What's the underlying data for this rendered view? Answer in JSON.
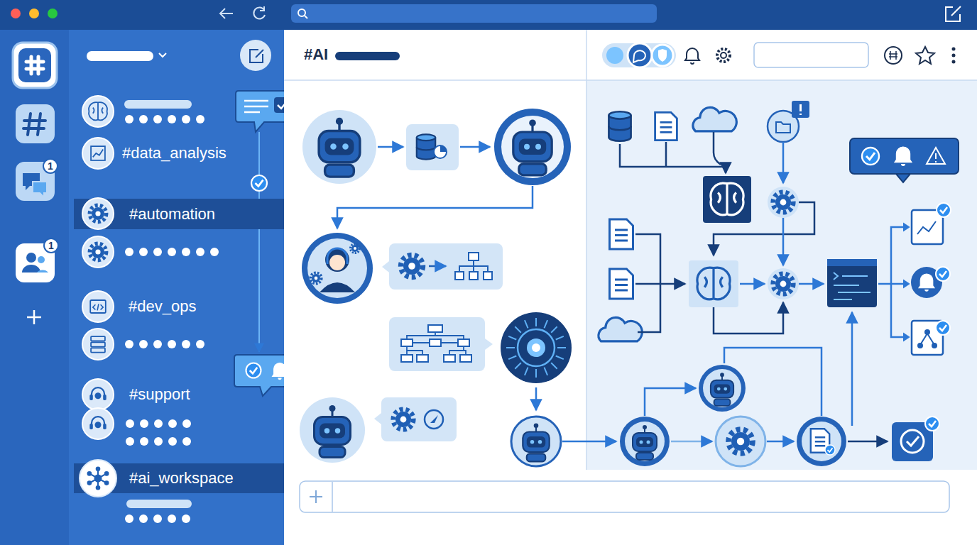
{
  "diagram": {
    "nodes": [
      {
        "text": [
          "1"
        ]
      },
      {
        "text": [
          "1"
        ]
      },
      {
        "text": [
          "#automation"
        ]
      },
      {
        "text": [
          "#ai_workspace"
        ]
      }
    ],
    "labels": [
      "#AI",
      "#data_analysis",
      "#dev_ops",
      "#support"
    ]
  }
}
